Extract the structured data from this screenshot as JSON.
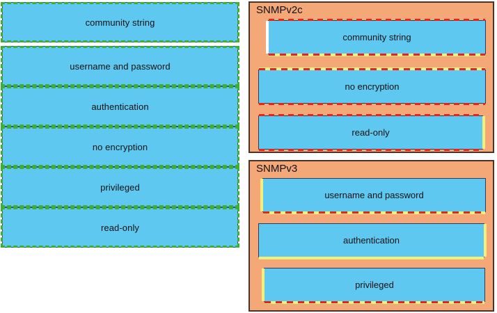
{
  "colors": {
    "box_fill": "#5ec8f0",
    "panel_fill": "#f4a877",
    "panel_border": "#4a3327",
    "dash_green": "#3cb035",
    "dash_red": "#e8231a",
    "highlight_yellow": "#f2ef7a",
    "background": "#ffffff",
    "text": "#111111"
  },
  "left_column": {
    "name": "draggable-option-bank",
    "items": [
      {
        "label": "community string"
      },
      {
        "label": "username and password"
      },
      {
        "label": "authentication"
      },
      {
        "label": "no encryption"
      },
      {
        "label": "privileged"
      },
      {
        "label": "read-only"
      }
    ]
  },
  "panels": [
    {
      "title": "SNMPv2c",
      "items": [
        {
          "label": "community string"
        },
        {
          "label": "no encryption"
        },
        {
          "label": "read-only"
        }
      ]
    },
    {
      "title": "SNMPv3",
      "items": [
        {
          "label": "username and password"
        },
        {
          "label": "authentication"
        },
        {
          "label": "privileged"
        }
      ]
    }
  ]
}
